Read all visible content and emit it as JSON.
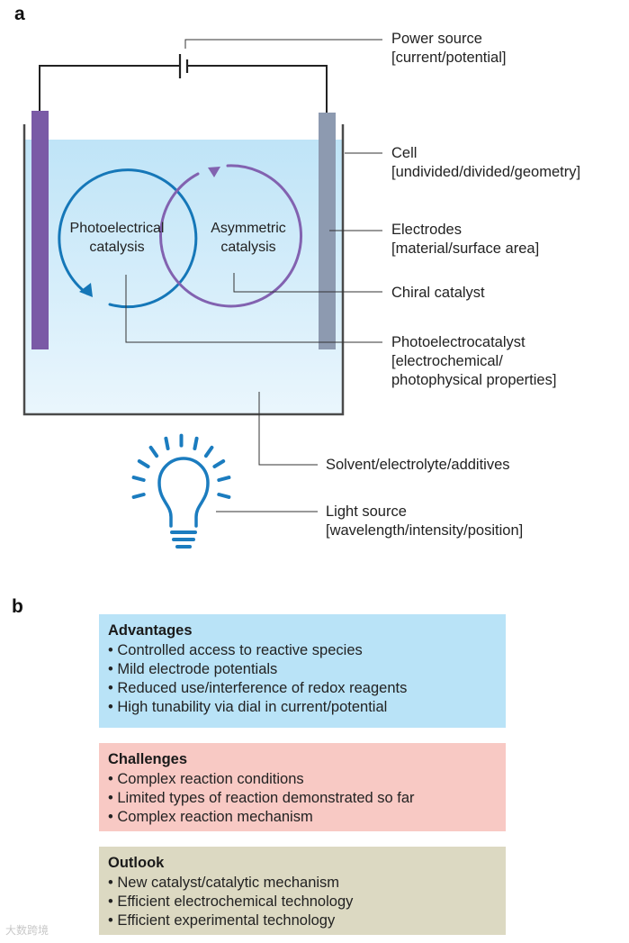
{
  "panel_a": {
    "letter": "a",
    "cycle_left": [
      "Photoelectrical",
      "catalysis"
    ],
    "cycle_right": [
      "Asymmetric",
      "catalysis"
    ],
    "labels": {
      "power_source": [
        "Power source",
        "[current/potential]"
      ],
      "cell": [
        "Cell",
        "[undivided/divided/geometry]"
      ],
      "electrodes": [
        "Electrodes",
        "[material/surface area]"
      ],
      "chiral_catalyst": [
        "Chiral catalyst"
      ],
      "photoelectrocatalyst": [
        "Photoelectrocatalyst",
        "[electrochemical/",
        "photophysical properties]"
      ],
      "solvent": [
        "Solvent/electrolyte/additives"
      ],
      "light_source": [
        "Light source",
        "[wavelength/intensity/position]"
      ]
    },
    "colors": {
      "electrode_left": "#7a5aa6",
      "electrode_right": "#8d9ab0",
      "solution_top": "#bfe4f7",
      "cycle_blue": "#1577b8",
      "cycle_purple": "#8262b0",
      "bulb": "#1b7cbf"
    }
  },
  "panel_b": {
    "letter": "b",
    "boxes": [
      {
        "title": "Advantages",
        "color": "#b9e3f7",
        "items": [
          "Controlled access to reactive species",
          "Mild electrode potentials",
          "Reduced use/interference of redox reagents",
          "High tunability via dial in current/potential"
        ]
      },
      {
        "title": "Challenges",
        "color": "#f8c9c4",
        "items": [
          "Complex reaction conditions",
          "Limited types of reaction demonstrated so far",
          "Complex reaction mechanism"
        ]
      },
      {
        "title": "Outlook",
        "color": "#dcd9c2",
        "items": [
          "New catalyst/catalytic mechanism",
          "Efficient electrochemical technology",
          "Efficient experimental technology"
        ]
      }
    ]
  },
  "watermark": "大数跨境"
}
